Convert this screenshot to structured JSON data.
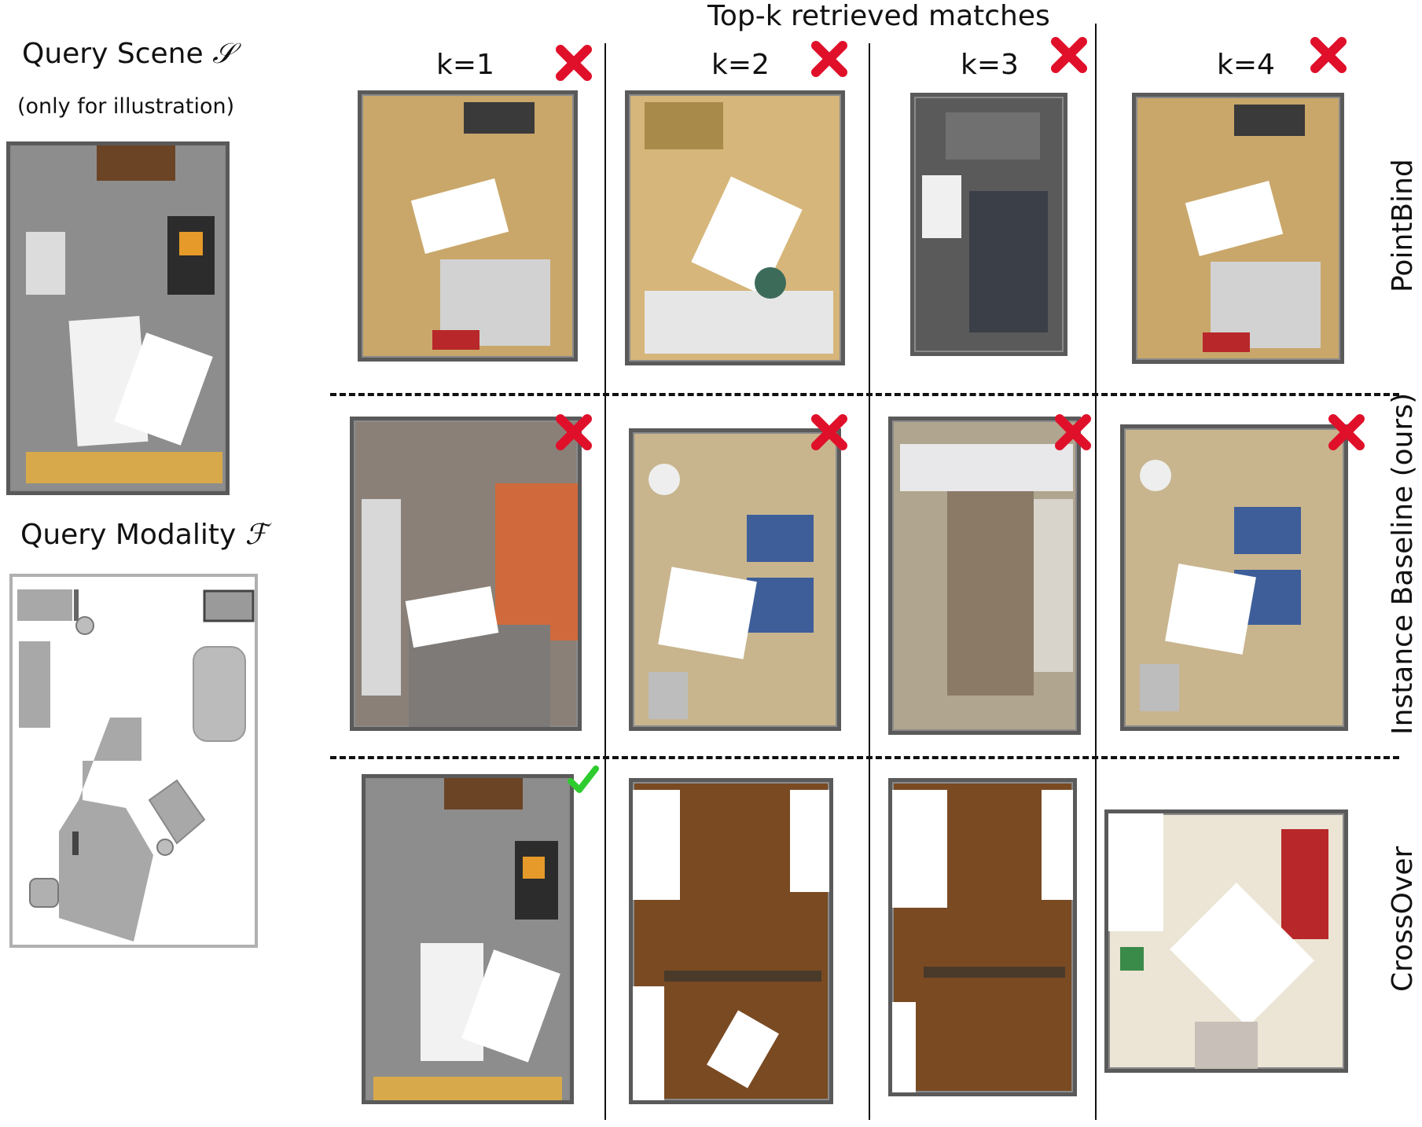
{
  "header": {
    "title": "Top-k retrieved matches"
  },
  "left_panel": {
    "query_scene_label": "Query Scene",
    "query_scene_symbol": "𝒮",
    "query_scene_note": "(only for illustration)",
    "query_modality_label": "Query Modality",
    "query_modality_symbol": "ℱ"
  },
  "columns": [
    {
      "label": "k=1"
    },
    {
      "label": "k=2"
    },
    {
      "label": "k=3"
    },
    {
      "label": "k=4"
    }
  ],
  "rows": [
    {
      "label": "PointBind",
      "results": [
        "wrong",
        "wrong",
        "wrong",
        "wrong"
      ]
    },
    {
      "label": "Instance Baseline (ours)",
      "results": [
        "wrong",
        "wrong",
        "wrong",
        "wrong"
      ]
    },
    {
      "label": "CrossOver",
      "results": [
        "correct",
        "none",
        "none",
        "none"
      ]
    }
  ],
  "colors": {
    "wrong": "#e0102a",
    "correct": "#2ecc2e",
    "floor_tan": "#c9a76a",
    "floor_gray": "#8c8c8c",
    "floor_wood": "#7a4a22"
  }
}
